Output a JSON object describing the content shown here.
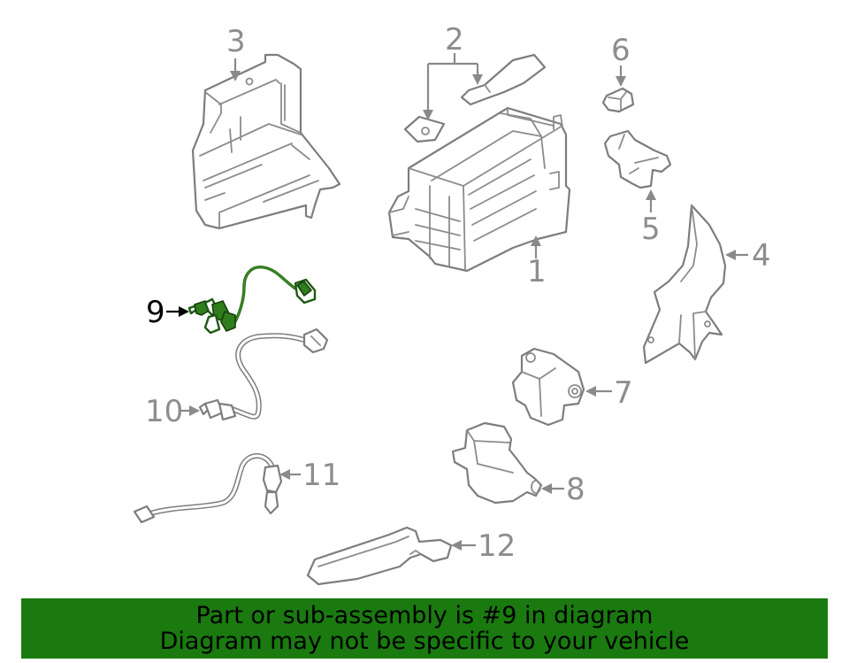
{
  "diagram": {
    "callouts": {
      "c1": "1",
      "c2": "2",
      "c3": "3",
      "c4": "4",
      "c5": "5",
      "c6": "6",
      "c7": "7",
      "c8": "8",
      "c9": "9",
      "c10": "10",
      "c11": "11",
      "c12": "12"
    },
    "highlighted_part": "9",
    "highlight_color": "#2f7d1c"
  },
  "banner": {
    "line1": "Part or sub-assembly is #9 in diagram",
    "line2": "Diagram may not be specific to your vehicle",
    "background": "#1a7a10"
  }
}
